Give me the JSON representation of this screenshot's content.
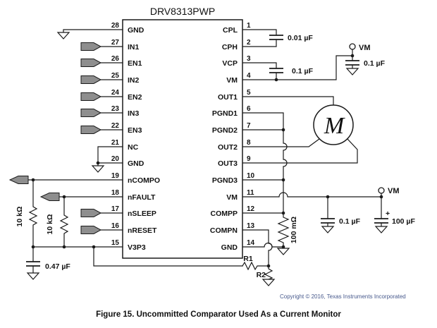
{
  "ic": {
    "title": "DRV8313PWP"
  },
  "pins": {
    "left": [
      {
        "num": "28",
        "label": "GND"
      },
      {
        "num": "27",
        "label": "IN1"
      },
      {
        "num": "26",
        "label": "EN1"
      },
      {
        "num": "25",
        "label": "IN2"
      },
      {
        "num": "24",
        "label": "EN2"
      },
      {
        "num": "23",
        "label": "IN3"
      },
      {
        "num": "22",
        "label": "EN3"
      },
      {
        "num": "21",
        "label": "NC"
      },
      {
        "num": "20",
        "label": "GND"
      },
      {
        "num": "19",
        "label": "nCOMPO"
      },
      {
        "num": "18",
        "label": "nFAULT"
      },
      {
        "num": "17",
        "label": "nSLEEP"
      },
      {
        "num": "16",
        "label": "nRESET"
      },
      {
        "num": "15",
        "label": "V3P3"
      }
    ],
    "right": [
      {
        "num": "1",
        "label": "CPL"
      },
      {
        "num": "2",
        "label": "CPH"
      },
      {
        "num": "3",
        "label": "VCP"
      },
      {
        "num": "4",
        "label": "VM"
      },
      {
        "num": "5",
        "label": "OUT1"
      },
      {
        "num": "6",
        "label": "PGND1"
      },
      {
        "num": "7",
        "label": "PGND2"
      },
      {
        "num": "8",
        "label": "OUT2"
      },
      {
        "num": "9",
        "label": "OUT3"
      },
      {
        "num": "10",
        "label": "PGND3"
      },
      {
        "num": "11",
        "label": "VM"
      },
      {
        "num": "12",
        "label": "COMPP"
      },
      {
        "num": "13",
        "label": "COMPN"
      },
      {
        "num": "14",
        "label": "GND"
      }
    ]
  },
  "components": {
    "cap_cpl_cph": "0.01 µF",
    "cap_vcp_vm": "0.1 µF",
    "cap_vm_bypass": "0.1 µF",
    "cap_bulk_small": "0.1 µF",
    "cap_bulk_large": "100 µF",
    "cap_bulk_plus": "+",
    "cap_v3p3": "0.47 µF",
    "res_pullup_ncompo": "10 kΩ",
    "res_pullup_nfault": "10 kΩ",
    "res_sense": "100 mΩ",
    "res_r1": "R1",
    "res_r2": "R2",
    "motor": "M"
  },
  "terminals": {
    "vm_top": "VM",
    "vm_right": "VM"
  },
  "footer": {
    "copyright": "Copyright © 2016, Texas Instruments Incorporated"
  },
  "caption": "Figure 15.  Uncommitted Comparator Used As a Current Monitor",
  "colors": {
    "line": "#1a1a1a",
    "arrow_fill": "#8e8e8e",
    "copyright": "#47598c"
  }
}
